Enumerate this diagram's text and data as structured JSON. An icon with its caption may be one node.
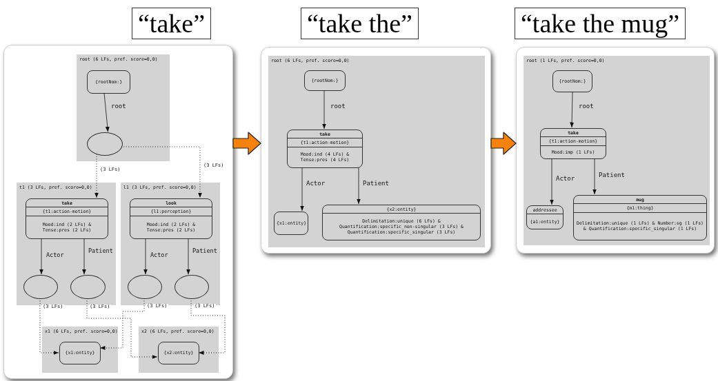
{
  "diagram": {
    "nodes": [
      {
        "text": [
          "“take”"
        ]
      },
      {
        "text": [
          "root (6 LFs, pref. score=0,0)"
        ],
        "in": 0
      },
      {
        "text": [
          "{rootNom:}"
        ],
        "in": 1
      },
      {
        "text": [],
        "shape": "ellipse",
        "in": 1
      },
      {
        "text": [
          "t1 (3 LFs, pref. score=0,0)"
        ],
        "in": 0
      },
      {
        "text": [
          "take",
          "{t1:action-motion}",
          "Mood:ind (2 LFs) & Tense:pres (2 LFs)"
        ],
        "in": 4
      },
      {
        "text": [],
        "shape": "ellipse",
        "in": 4
      },
      {
        "text": [],
        "shape": "ellipse",
        "in": 4
      },
      {
        "text": [
          "l1 (3 LFs, pref. score=0,0)"
        ],
        "in": 0
      },
      {
        "text": [
          "look",
          "{l1:perception}",
          "Mood:ind (2 LFs) & Tense:pres (2 LFs)"
        ],
        "in": 8
      },
      {
        "text": [],
        "shape": "ellipse",
        "in": 8
      },
      {
        "text": [],
        "shape": "ellipse",
        "in": 8
      },
      {
        "text": [
          "x1 (6 LFs, pref. score=0,0)"
        ],
        "in": 0
      },
      {
        "text": [
          "{x1:entity}"
        ],
        "in": 12
      },
      {
        "text": [
          "x2 (6 LFs, pref. score=0,0)"
        ],
        "in": 0
      },
      {
        "text": [
          "{x2:entity}"
        ],
        "in": 14
      },
      {
        "text": [
          "“take the”"
        ]
      },
      {
        "text": [
          "root (6 LFs, pref. score=0,0)"
        ],
        "in": 16
      },
      {
        "text": [
          "{rootNom:}"
        ],
        "in": 17
      },
      {
        "text": [
          "take",
          "{t1:action-motion}",
          "Mood:ind (4 LFs) & Tense:pres (4 LFs)"
        ],
        "in": 17
      },
      {
        "text": [
          "{x1:entity}"
        ],
        "in": 17
      },
      {
        "text": [
          "{x2:entity}",
          "Delimitation:unique (6 LFs) & Quantification:specific_non-singular (3 LFs) & Quantification:specific_singular (3 LFs)"
        ],
        "in": 17
      },
      {
        "text": [
          "“take the mug”"
        ]
      },
      {
        "text": [
          "root (1 LFs, pref. score=0,0)"
        ],
        "in": 22
      },
      {
        "text": [
          "{rootNom:}"
        ],
        "in": 23
      },
      {
        "text": [
          "take",
          "{t1:action-motion}",
          "Mood:imp (1 LFs)"
        ],
        "in": 23
      },
      {
        "text": [
          "addressee",
          "{a1:entity}"
        ],
        "in": 23
      },
      {
        "text": [
          "mug",
          "{m1:thing}",
          "Delimitation:unique (1 LFs) & Number:sg (1 LFs) & Quantification:specific_singular (1 LFs)"
        ],
        "in": 23
      }
    ],
    "edges": [
      {
        "from": 2,
        "to": 3,
        "arrow": "to",
        "label": "root"
      },
      {
        "from": 3,
        "to": 5,
        "arrow": "to",
        "label": "(3 LFs)",
        "style": "dashed"
      },
      {
        "from": 3,
        "to": 9,
        "arrow": "to",
        "label": "(3 LFs)",
        "style": "dashed"
      },
      {
        "from": 5,
        "to": 6,
        "arrow": "to",
        "label": "Actor"
      },
      {
        "from": 5,
        "to": 7,
        "arrow": "to",
        "label": "Patient"
      },
      {
        "from": 9,
        "to": 10,
        "arrow": "to",
        "label": "Actor"
      },
      {
        "from": 9,
        "to": 11,
        "arrow": "to",
        "label": "Patient"
      },
      {
        "from": 6,
        "to": 13,
        "arrow": "to",
        "label": "(3 LFs)",
        "style": "dashed"
      },
      {
        "from": 7,
        "to": 15,
        "arrow": "to",
        "label": "(3 LFs)",
        "style": "dashed"
      },
      {
        "from": 10,
        "to": 13,
        "arrow": "to",
        "label": "(3 LFs)",
        "style": "dashed"
      },
      {
        "from": 11,
        "to": 15,
        "arrow": "to",
        "label": "(3 LFs)",
        "style": "dashed"
      },
      {
        "from": 0,
        "to": 16,
        "arrow": "to",
        "style": "thick",
        "color": "#f5820f"
      },
      {
        "from": 18,
        "to": 19,
        "arrow": "to",
        "label": "root"
      },
      {
        "from": 19,
        "to": 20,
        "arrow": "to",
        "label": "Actor"
      },
      {
        "from": 19,
        "to": 21,
        "arrow": "to",
        "label": "Patient"
      },
      {
        "from": 16,
        "to": 22,
        "arrow": "to",
        "style": "thick",
        "color": "#f5820f"
      },
      {
        "from": 24,
        "to": 25,
        "arrow": "to",
        "label": "root"
      },
      {
        "from": 25,
        "to": 26,
        "arrow": "to",
        "label": "Actor"
      },
      {
        "from": 25,
        "to": 27,
        "arrow": "to",
        "label": "Patient"
      }
    ]
  }
}
